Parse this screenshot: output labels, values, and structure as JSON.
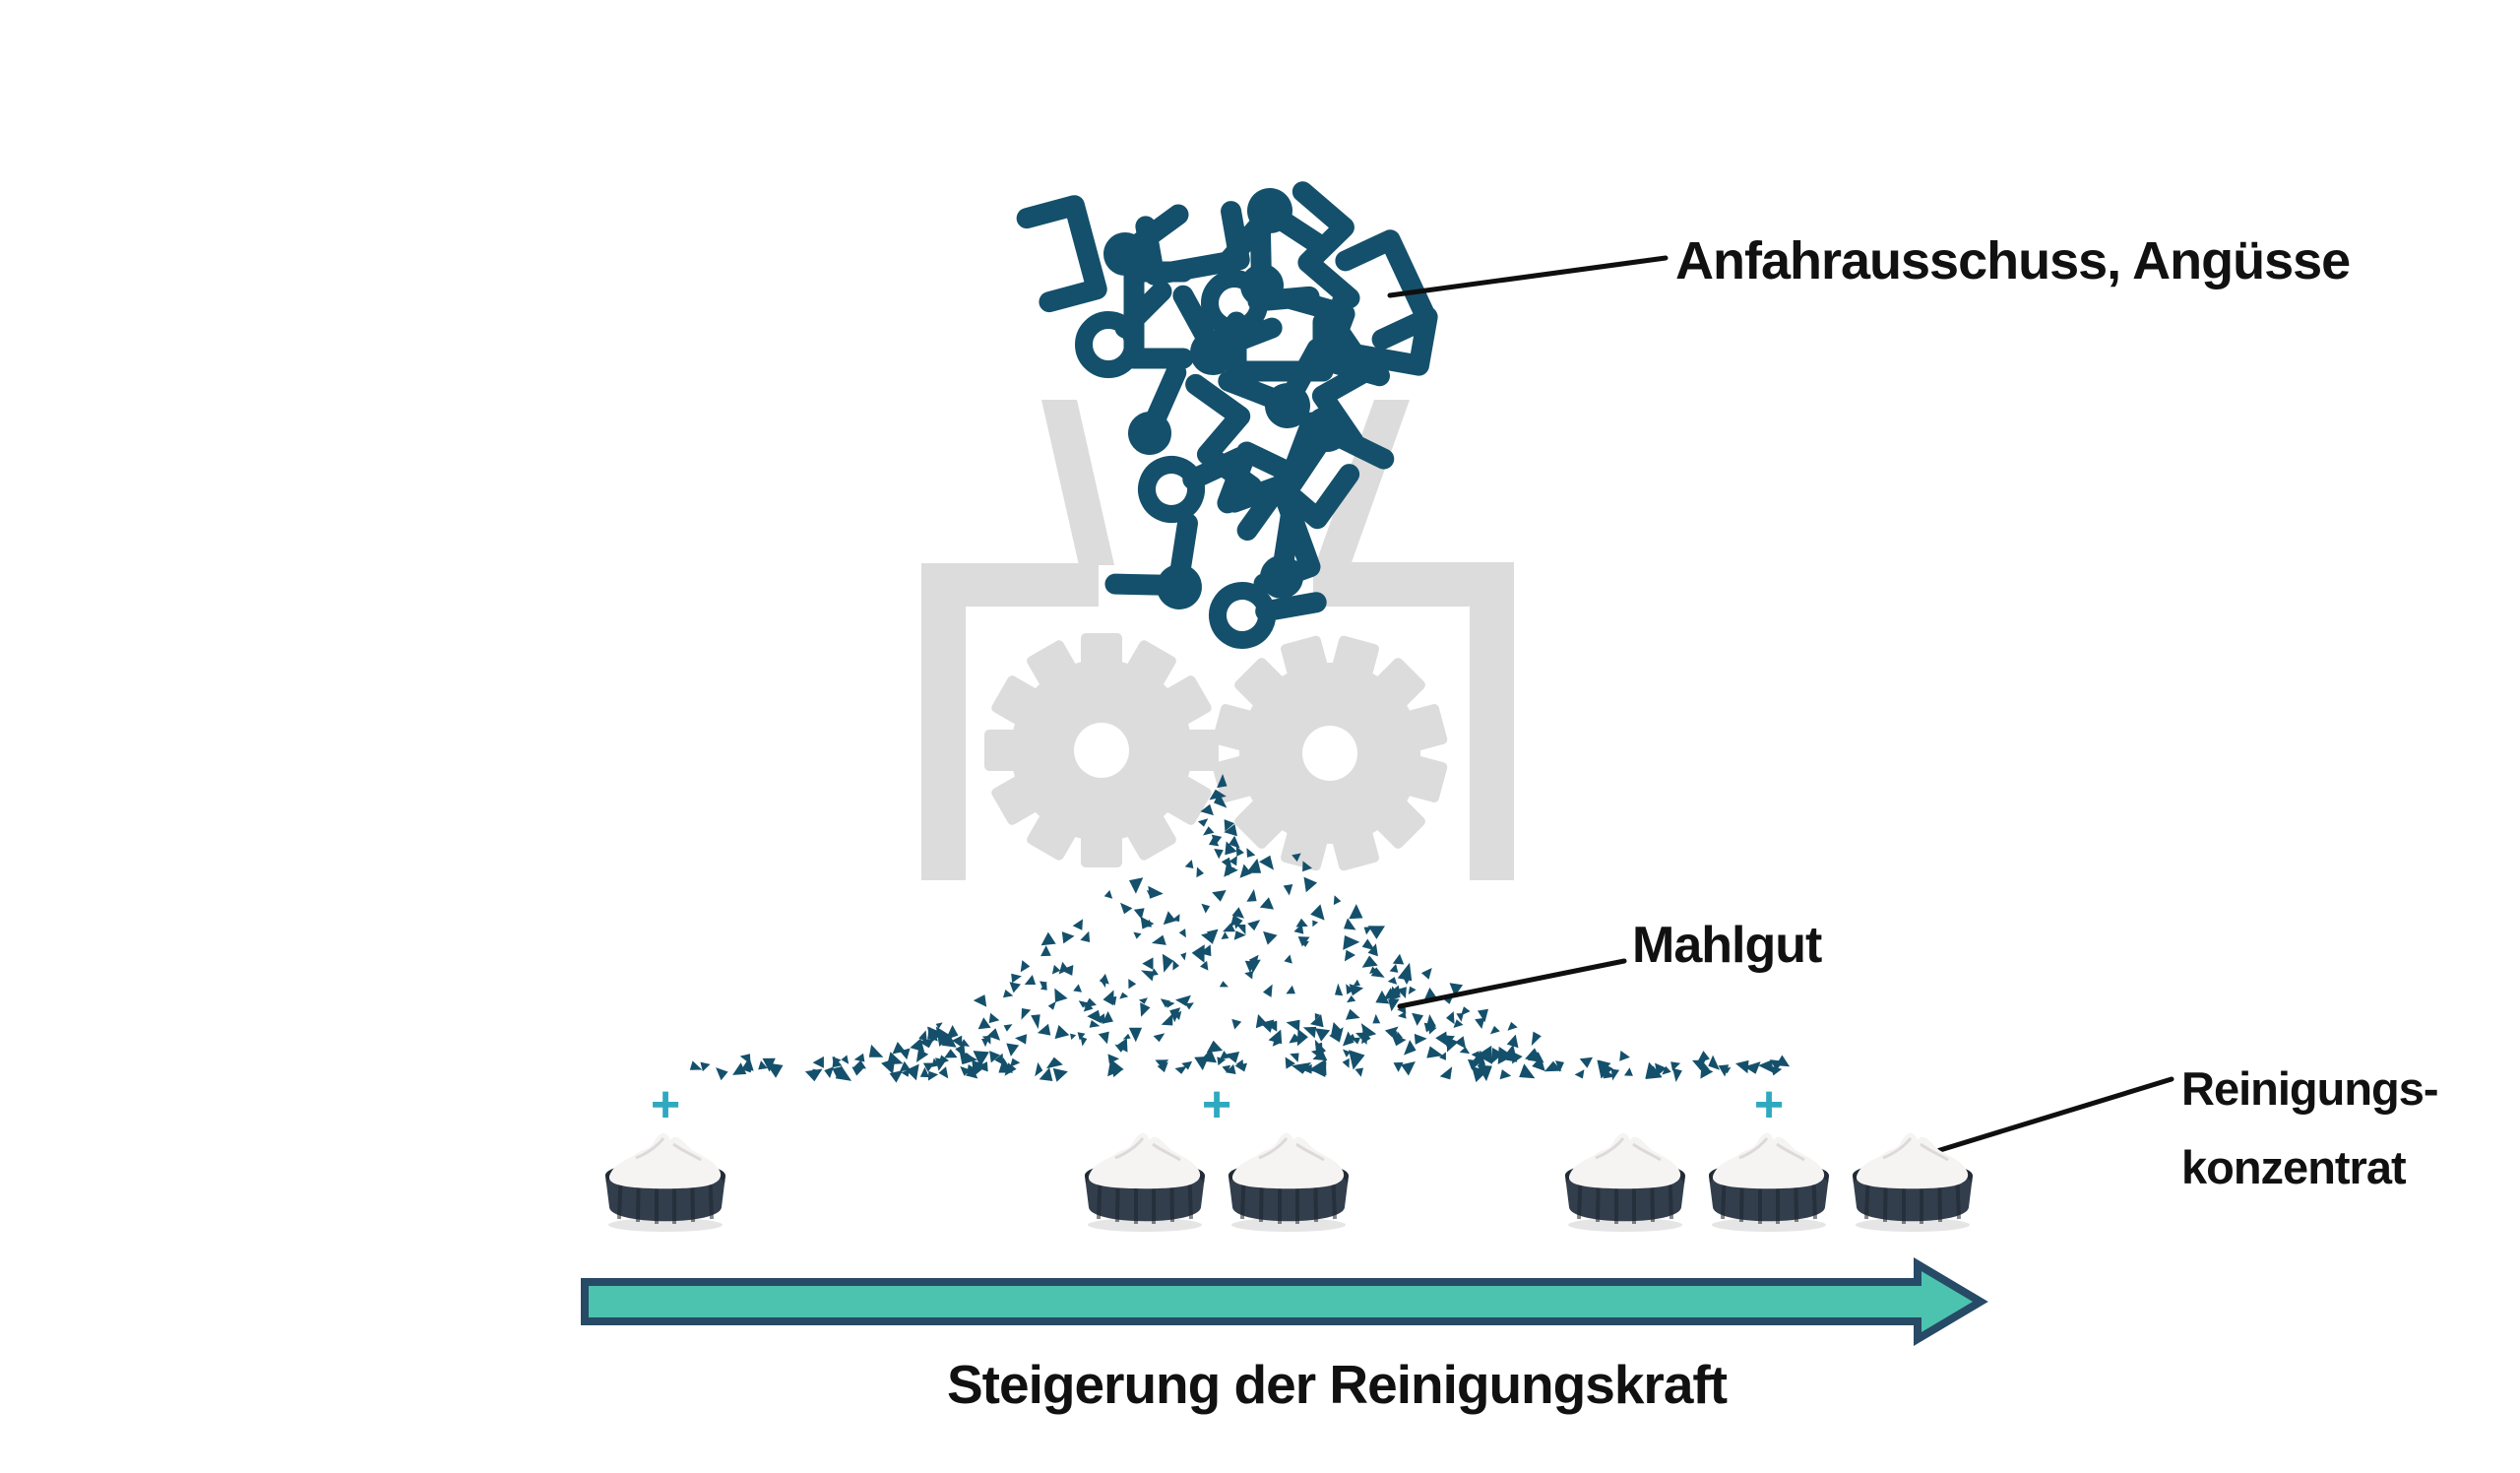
{
  "figure": {
    "type": "process-illustration",
    "labels": {
      "input": "Anfahrausschuss, Angüsse",
      "regrind": "Mahlgut",
      "concentrate_line1": "Reinigungs-",
      "concentrate_line2": "konzentrat",
      "axis": "Steigerung der Reinigungskraft",
      "plus": "+"
    },
    "bowl_groups": [
      1,
      2,
      3
    ],
    "colors": {
      "shapes": "#14506b",
      "machine": "#dcdcdc",
      "plus": "#2fa9bf",
      "arrow_fill": "#4cc3ae",
      "arrow_border": "#274a66",
      "bowl_body": "#333e4c",
      "bowl_dark": "#222b36",
      "powder": "#f6f4f3",
      "text": "#111111",
      "background": "#ffffff"
    }
  }
}
